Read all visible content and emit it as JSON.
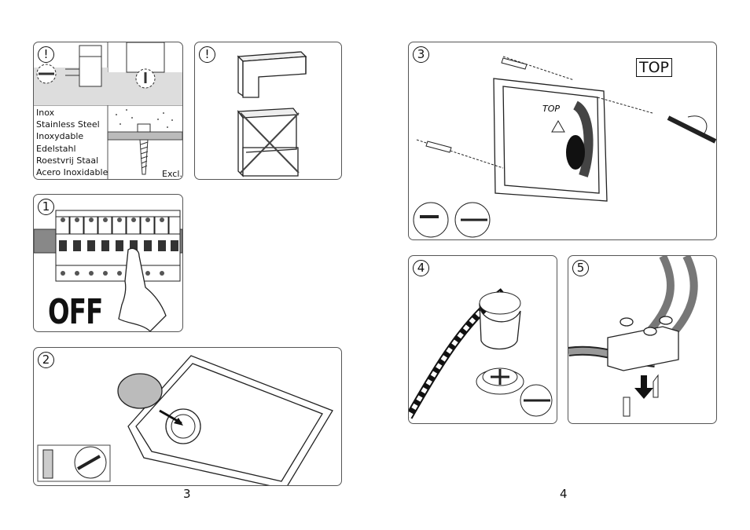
{
  "material_panel": {
    "warning_mark": "!",
    "materials": [
      "Inox",
      "Stainless Steel",
      "Inoxydable",
      "Edelstahl",
      "Roestvrij Staal",
      "Acero Inoxidable"
    ],
    "excl_label": "Excl."
  },
  "caution_panel": {
    "warning_mark": "!"
  },
  "steps": [
    {
      "number": "1",
      "text": "OFF"
    },
    {
      "number": "2"
    },
    {
      "number": "3",
      "label": "TOP",
      "embossed": "TOP"
    },
    {
      "number": "4"
    },
    {
      "number": "5"
    }
  ],
  "page_numbers": {
    "left": "3",
    "right": "4"
  },
  "icons": [
    "warning-icon",
    "screw-anchor-icon",
    "screwdriver-icon",
    "circuit-breaker-icon",
    "hand-icon",
    "knife-icon",
    "drill-icon",
    "recycle-icon",
    "cable-icon",
    "terminal-block-icon",
    "arrow-down-icon"
  ]
}
